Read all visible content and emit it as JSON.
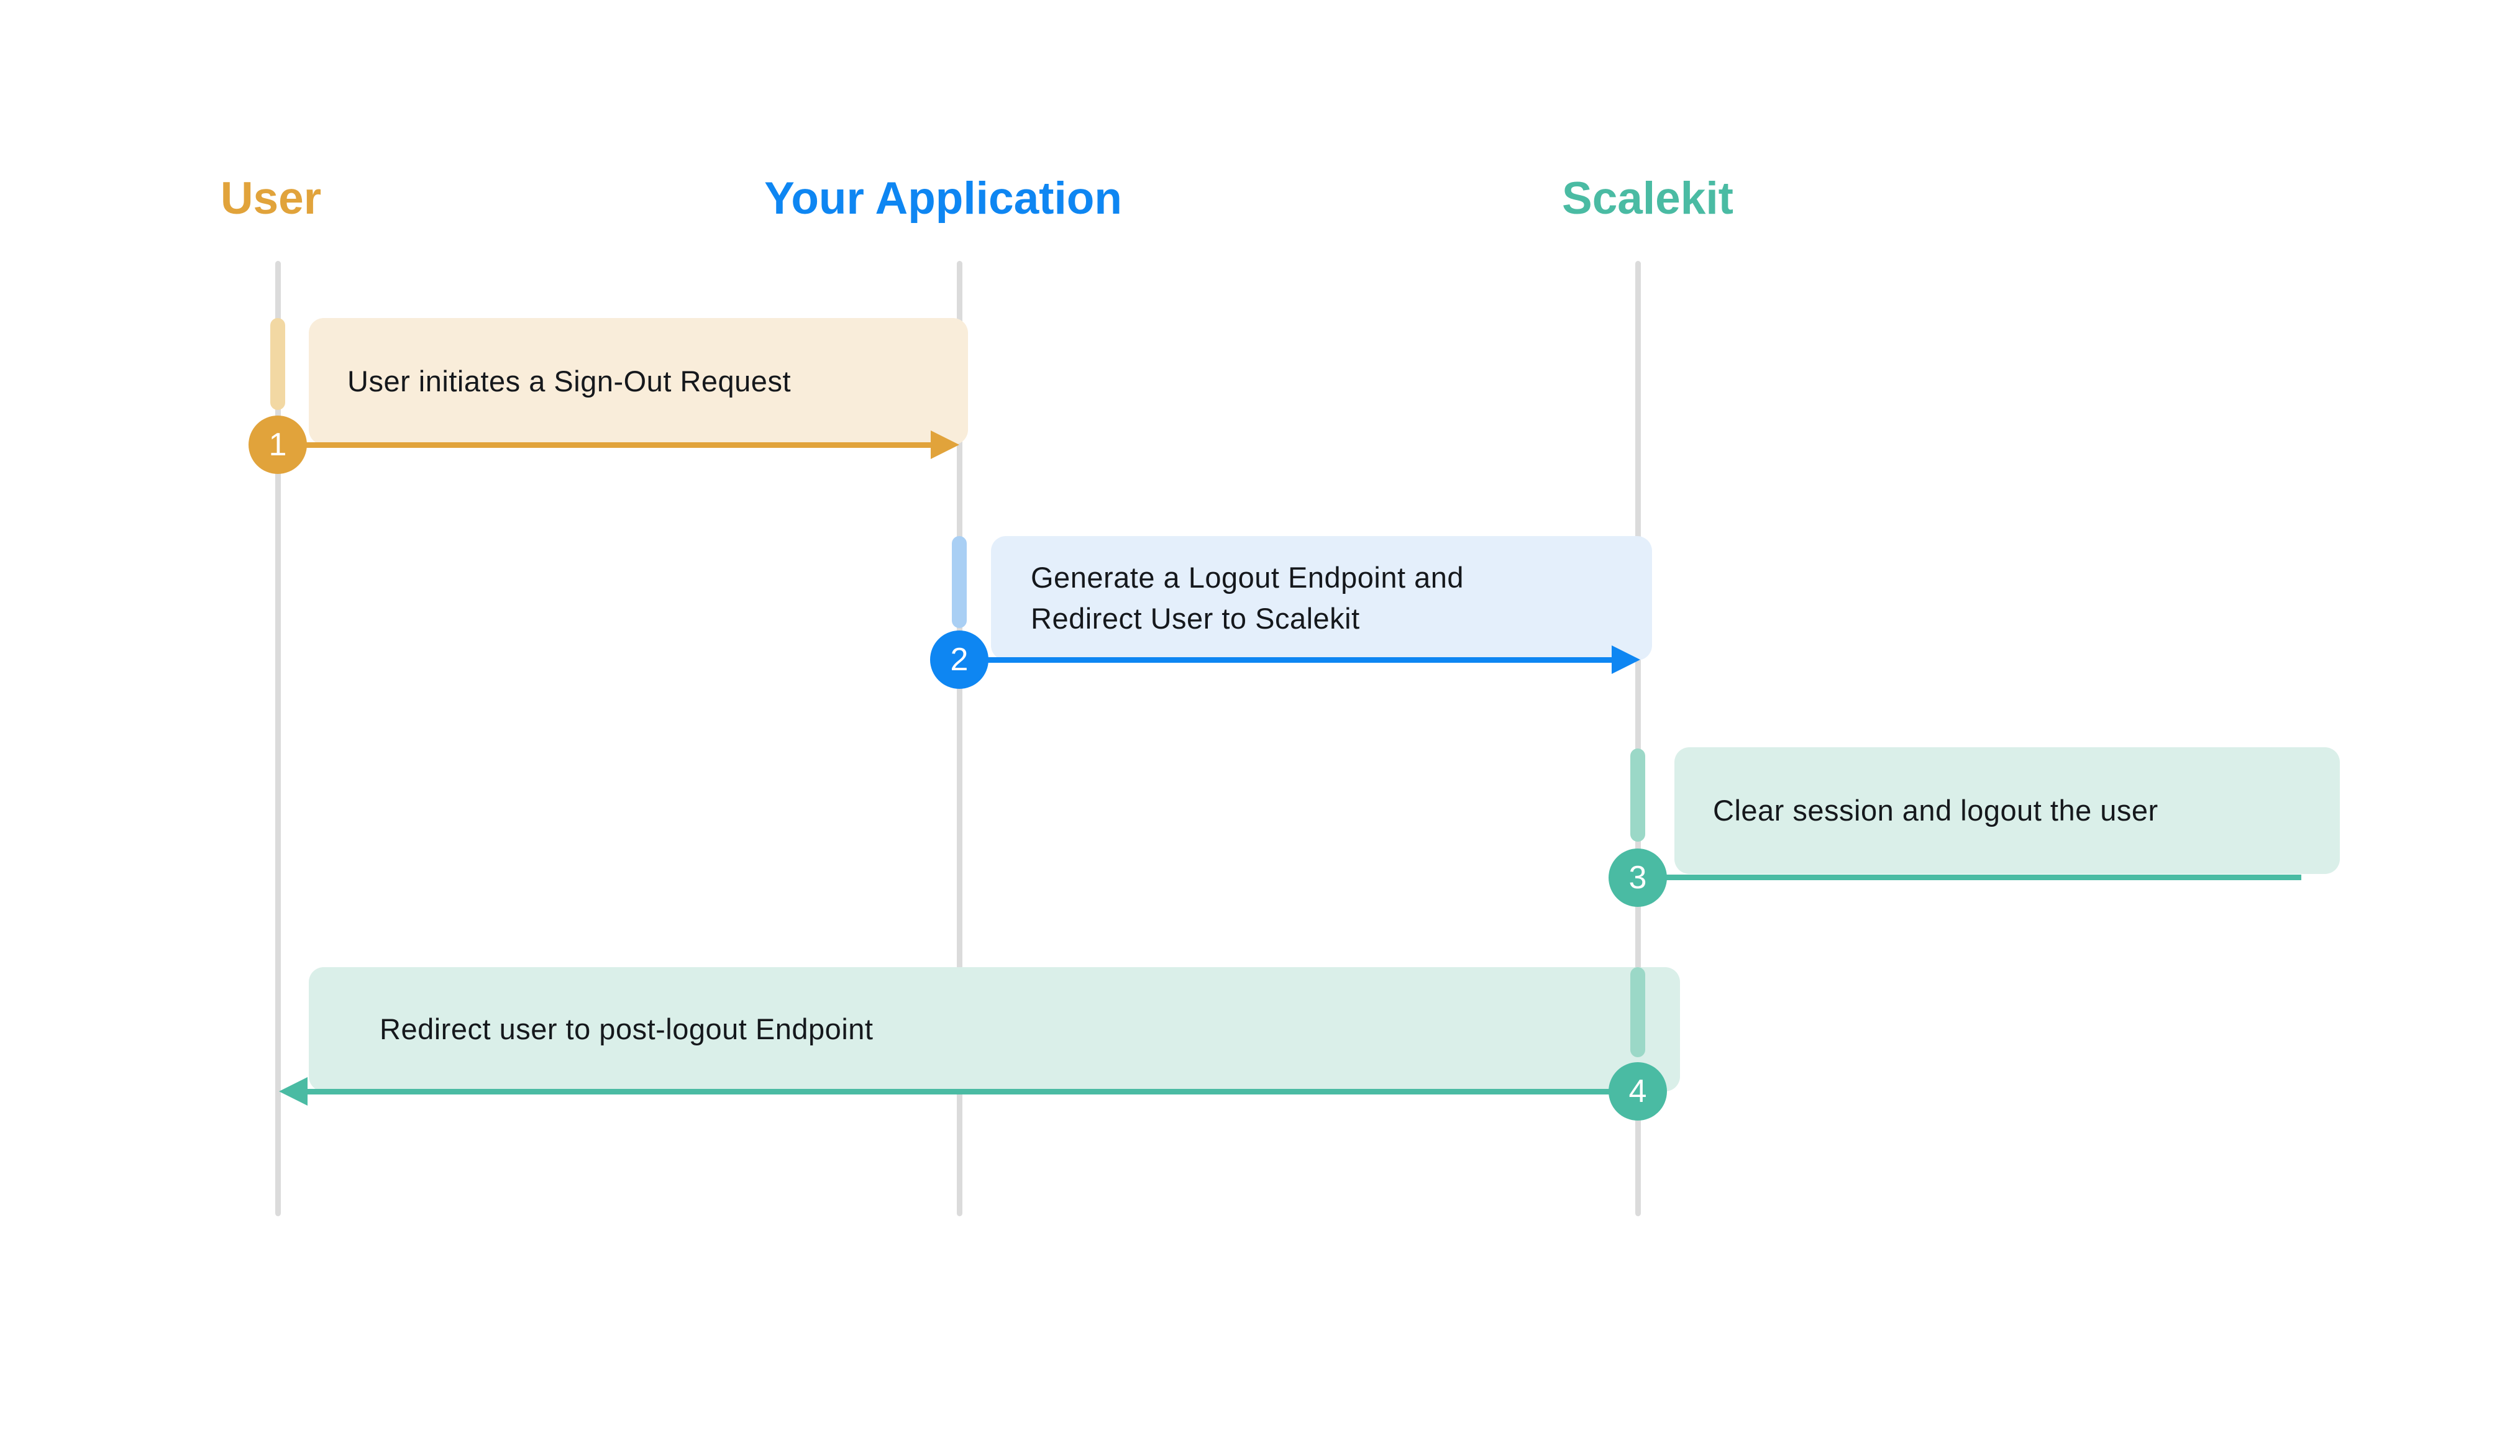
{
  "diagram": {
    "kind": "sequence-diagram",
    "actors": [
      {
        "id": "user",
        "label": "User",
        "color": "#E1A33B"
      },
      {
        "id": "application",
        "label": "Your Application",
        "color": "#0E86F2"
      },
      {
        "id": "scalekit",
        "label": "Scalekit",
        "color": "#4CBCA6"
      }
    ],
    "steps": [
      {
        "number": "1",
        "from": "User",
        "to": "Your Application",
        "lines": [
          "User initiates a Sign-Out Request"
        ],
        "color": "#E1A33B"
      },
      {
        "number": "2",
        "from": "Your Application",
        "to": "Scalekit",
        "lines": [
          "Generate a Logout Endpoint and",
          "Redirect User to Scalekit"
        ],
        "color": "#0E86F2"
      },
      {
        "number": "3",
        "from": "Scalekit",
        "to": "Scalekit",
        "lines": [
          "Clear session and logout the user"
        ],
        "color": "#4ABBA3"
      },
      {
        "number": "4",
        "from": "Scalekit",
        "to": "User",
        "lines": [
          "Redirect user to post-logout Endpoint"
        ],
        "color": "#4ABBA3"
      }
    ]
  },
  "theme": {
    "orange": "#E1A33B",
    "orange_pill": "#F2D8A3",
    "orange_box": "#F9EDDA",
    "blue": "#0E86F2",
    "blue_pill": "#A9CFF4",
    "blue_box": "#E4EFFB",
    "teal": "#4ABBA3",
    "teal_pill": "#9BD8C7",
    "teal_box": "#DAEFE9",
    "lifeline": "#DBDBDB",
    "text": "#15181C",
    "background": "#FFFFFF"
  }
}
